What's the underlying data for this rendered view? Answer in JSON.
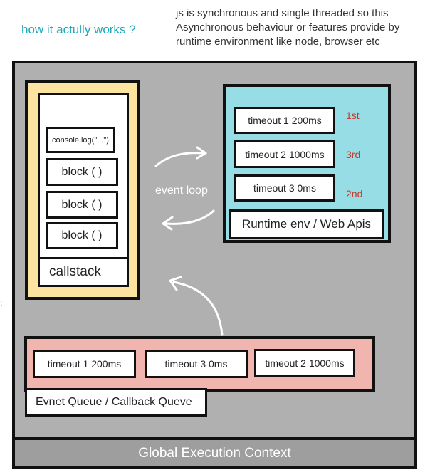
{
  "header": {
    "title": "how it actully works ?",
    "note_lines": [
      "js is synchronous and single threaded so this",
      "Asynchronous behaviour or features provide by",
      "runtime environment like node, browser etc"
    ],
    "stray_mark": ":"
  },
  "global_context": {
    "label": "Global Execution Context"
  },
  "callstack": {
    "label": "callstack",
    "items": [
      "console.log(\"...\")",
      "block ( )",
      "block ( )",
      "block ( )"
    ]
  },
  "runtime": {
    "label": "Runtime env / Web Apis",
    "timers": [
      "timeout 1  200ms",
      "timeout 2  1000ms",
      "timeout 3  0ms"
    ],
    "order_labels": [
      "1st",
      "3rd",
      "2nd"
    ]
  },
  "event_loop": {
    "label": "event loop"
  },
  "queue": {
    "label": "Evnet Queue / Callback Queve",
    "items": [
      "timeout 1  200ms",
      "timeout 3  0ms",
      "timeout 2  1000ms"
    ]
  },
  "colors": {
    "accent_teal": "#1ea7b8",
    "callstack_bg": "#fde3a0",
    "runtime_bg": "#97dde5",
    "queue_bg": "#f0b5ae",
    "context_bg": "#b0b0b0",
    "order_red": "#c0392b"
  }
}
